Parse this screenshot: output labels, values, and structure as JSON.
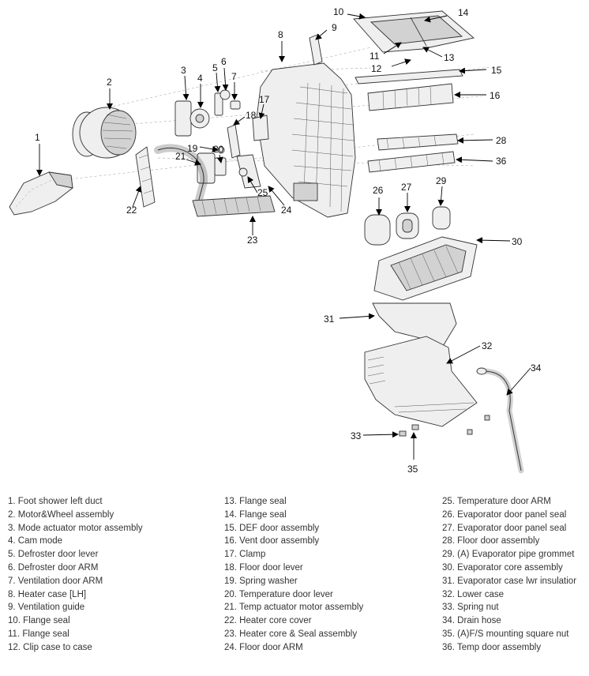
{
  "callouts": [
    "1",
    "2",
    "3",
    "4",
    "5",
    "6",
    "7",
    "8",
    "9",
    "10",
    "11",
    "12",
    "13",
    "14",
    "15",
    "16",
    "17",
    "18",
    "19",
    "20",
    "21",
    "22",
    "23",
    "24",
    "25",
    "26",
    "27",
    "28",
    "29",
    "30",
    "31",
    "32",
    "33",
    "34",
    "35",
    "36"
  ],
  "legend": {
    "col1": [
      "1. Foot shower left duct",
      "2. Motor&Wheel assembly",
      "3. Mode actuator motor assembly",
      "4. Cam mode",
      "5. Defroster door lever",
      "6. Defroster door ARM",
      "7. Ventilation door ARM",
      "8. Heater case [LH]",
      "9. Ventilation guide",
      "10. Flange seal",
      "11. Flange seal",
      "12. Clip case to case"
    ],
    "col2": [
      "13. Flange seal",
      "14. Flange seal",
      "15. DEF door assembly",
      "16. Vent door assembly",
      "17. Clamp",
      "18. Floor door lever",
      "19. Spring washer",
      "20. Temperature door lever",
      "21. Temp actuator motor assembly",
      "22. Heater core cover",
      "23. Heater core & Seal assembly",
      "24. Floor door ARM"
    ],
    "col3": [
      "25. Temperature door ARM",
      "26. Evaporator door panel seal",
      "27. Evaporator door panel seal",
      "28. Floor door assembly",
      "29. (A) Evaporator pipe grommet",
      "30. Evaporator core assembly",
      "31. Evaporator case lwr insulatior",
      "32. Lower case",
      "33. Spring nut",
      "34. Drain hose",
      "35. (A)F/S mounting square nut",
      "36. Temp door assembly"
    ]
  }
}
